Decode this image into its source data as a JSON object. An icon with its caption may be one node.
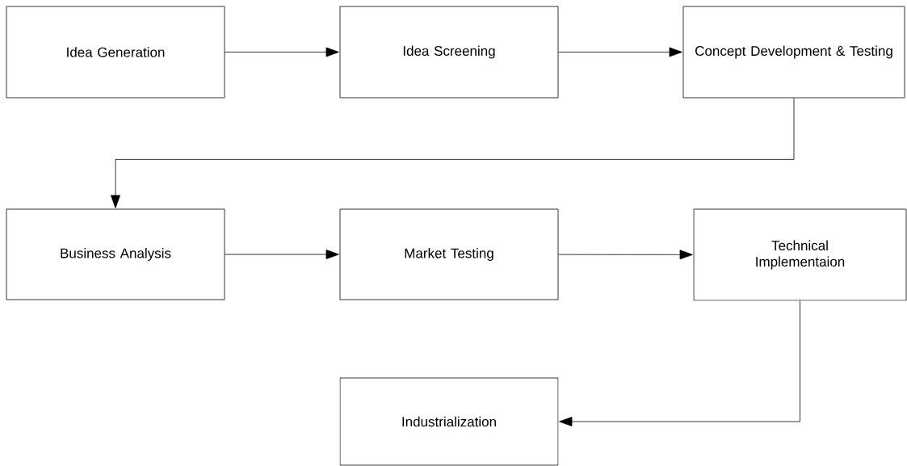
{
  "diagram": {
    "nodes": [
      {
        "text": [
          "Idea Generation"
        ]
      },
      {
        "text": [
          "Idea Screening"
        ]
      },
      {
        "text": [
          "Concept Development & Testing"
        ]
      },
      {
        "text": [
          "Business Analysis"
        ]
      },
      {
        "text": [
          "Market Testing"
        ]
      },
      {
        "text": [
          "Technical Implementaion"
        ]
      },
      {
        "text": [
          "Industrialization"
        ]
      }
    ],
    "edges": [
      {
        "from": 0,
        "to": 1,
        "arrow": "to"
      },
      {
        "from": 1,
        "to": 2,
        "arrow": "to"
      },
      {
        "from": 2,
        "to": 3,
        "arrow": "to"
      },
      {
        "from": 3,
        "to": 4,
        "arrow": "to"
      },
      {
        "from": 4,
        "to": 5,
        "arrow": "to"
      },
      {
        "from": 5,
        "to": 6,
        "arrow": "to"
      }
    ]
  }
}
